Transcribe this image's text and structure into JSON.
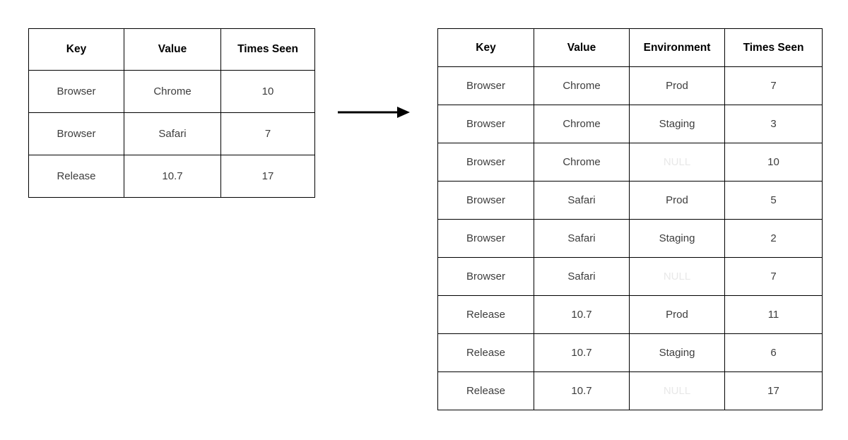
{
  "page": {
    "background": "#ffffff"
  },
  "colors": {
    "border": "#000000",
    "header_text": "#000000",
    "cell_text": "#3d3d3d",
    "null_text": "#e8e8e8",
    "arrow": "#000000"
  },
  "icons": {
    "arrow": "right-arrow-icon"
  },
  "left_table": {
    "columns": [
      "Key",
      "Value",
      "Times Seen"
    ],
    "rows": [
      [
        "Browser",
        "Chrome",
        "10"
      ],
      [
        "Browser",
        "Safari",
        "7"
      ],
      [
        "Release",
        "10.7",
        "17"
      ]
    ]
  },
  "right_table": {
    "columns": [
      "Key",
      "Value",
      "Environment",
      "Times Seen"
    ],
    "rows": [
      [
        "Browser",
        "Chrome",
        "Prod",
        "7"
      ],
      [
        "Browser",
        "Chrome",
        "Staging",
        "3"
      ],
      [
        "Browser",
        "Chrome",
        "NULL",
        "10"
      ],
      [
        "Browser",
        "Safari",
        "Prod",
        "5"
      ],
      [
        "Browser",
        "Safari",
        "Staging",
        "2"
      ],
      [
        "Browser",
        "Safari",
        "NULL",
        "7"
      ],
      [
        "Release",
        "10.7",
        "Prod",
        "11"
      ],
      [
        "Release",
        "10.7",
        "Staging",
        "6"
      ],
      [
        "Release",
        "10.7",
        "NULL",
        "17"
      ]
    ]
  }
}
